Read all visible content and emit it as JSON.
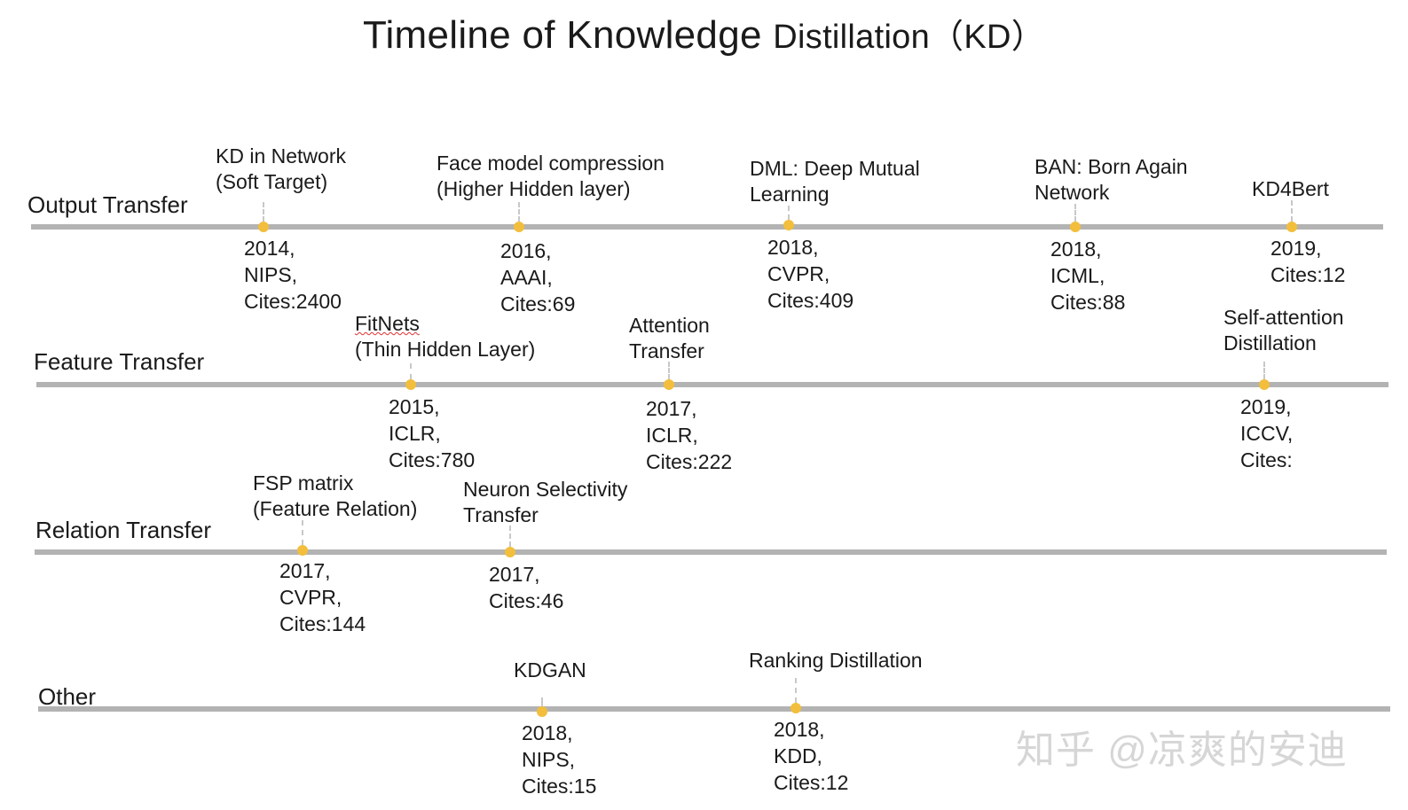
{
  "title": {
    "main": "Timeline of Knowledge",
    "sub": "Distillation（KD）"
  },
  "rows": [
    {
      "label": "Output Transfer"
    },
    {
      "label": "Feature Transfer"
    },
    {
      "label": "Relation Transfer"
    },
    {
      "label": "Other"
    }
  ],
  "events": {
    "kd_network": {
      "name": "KD in Network\n(Soft Target)",
      "meta": "2014,\nNIPS,\nCites:2400"
    },
    "face_model": {
      "name": "Face model compression\n(Higher Hidden layer)",
      "meta": "2016,\nAAAI,\nCites:69"
    },
    "dml": {
      "name": "DML: Deep Mutual\nLearning",
      "meta": "2018,\nCVPR,\nCites:409"
    },
    "ban": {
      "name": "BAN: Born Again\nNetwork",
      "meta": "2018,\nICML,\nCites:88"
    },
    "kd4bert": {
      "name": "KD4Bert",
      "meta": "2019,\nCites:12"
    },
    "fitnets": {
      "name_line1": "FitNets",
      "name_line2": "(Thin Hidden Layer)",
      "meta": "2015,\nICLR,\nCites:780"
    },
    "attention": {
      "name": "Attention\nTransfer",
      "meta": "2017,\nICLR,\nCites:222"
    },
    "self_attention": {
      "name": "Self-attention\nDistillation",
      "meta": "2019,\nICCV,\nCites:"
    },
    "fsp": {
      "name": "FSP matrix\n(Feature Relation)",
      "meta": "2017,\nCVPR,\nCites:144"
    },
    "neuron": {
      "name": "Neuron Selectivity\nTransfer",
      "meta": "2017,\nCites:46"
    },
    "kdgan": {
      "name": "KDGAN",
      "meta": "2018,\nNIPS,\nCites:15"
    },
    "ranking": {
      "name": "Ranking Distillation",
      "meta": "2018,\nKDD,\nCites:12"
    }
  },
  "watermark": "知乎 @凉爽的安迪",
  "colors": {
    "track": "#b3b3b3",
    "dot": "#f2be3c",
    "text": "#1a1a1a"
  }
}
